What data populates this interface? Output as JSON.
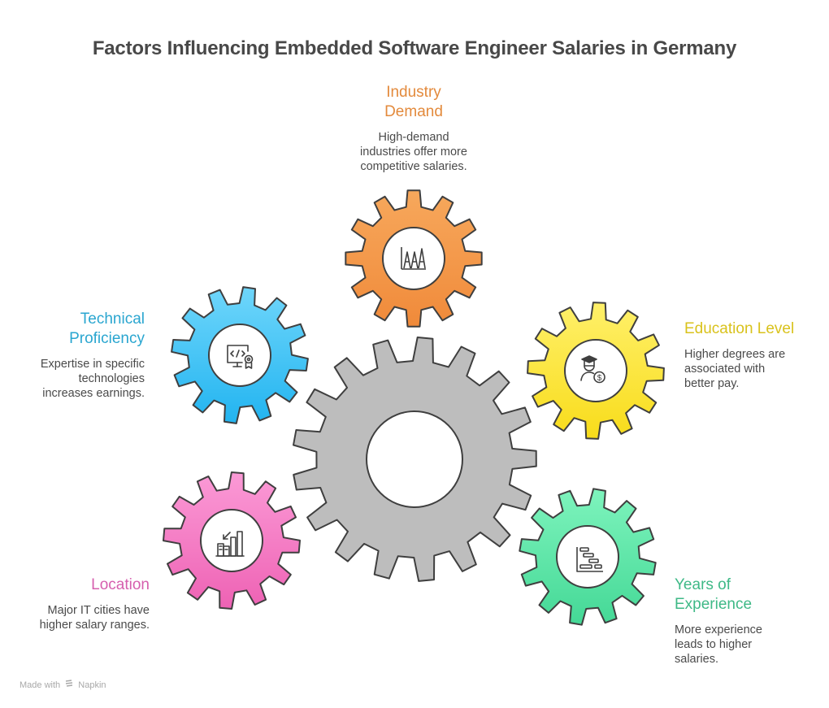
{
  "title": "Factors Influencing Embedded Software Engineer Salaries in Germany",
  "central_gear": {
    "color": "#bdbdbd"
  },
  "factors": [
    {
      "id": "industry-demand",
      "heading_lines": [
        "Industry",
        "Demand"
      ],
      "description_lines": [
        "High-demand",
        "industries offer more",
        "competitive salaries."
      ],
      "color": "#e38a3c",
      "gear_gradient": [
        "#f7a85c",
        "#f08a3a"
      ],
      "icon": "market-chart-icon"
    },
    {
      "id": "technical-proficiency",
      "heading_lines": [
        "Technical",
        "Proficiency"
      ],
      "description_lines": [
        "Expertise in specific",
        "technologies",
        "increases earnings."
      ],
      "color": "#2aa6d0",
      "gear_gradient": [
        "#6fd6fb",
        "#22b4f0"
      ],
      "icon": "code-certificate-icon"
    },
    {
      "id": "education-level",
      "heading_lines": [
        "Education Level"
      ],
      "description_lines": [
        "Higher degrees are",
        "associated with",
        "better pay."
      ],
      "color": "#d9c21c",
      "gear_gradient": [
        "#fff06a",
        "#f8dc1a"
      ],
      "icon": "graduate-salary-icon"
    },
    {
      "id": "location",
      "heading_lines": [
        "Location"
      ],
      "description_lines": [
        "Major IT cities have",
        "higher salary ranges."
      ],
      "color": "#d65fae",
      "gear_gradient": [
        "#fb9ad6",
        "#ee62b4"
      ],
      "icon": "city-growth-icon"
    },
    {
      "id": "years-of-experience",
      "heading_lines": [
        "Years of",
        "Experience"
      ],
      "description_lines": [
        "More experience",
        "leads to higher",
        "salaries."
      ],
      "color": "#3fb987",
      "gear_gradient": [
        "#7ef4bd",
        "#44d896"
      ],
      "icon": "timeline-gantt-icon"
    }
  ],
  "footer": {
    "prefix": "Made with",
    "brand": "Napkin"
  }
}
